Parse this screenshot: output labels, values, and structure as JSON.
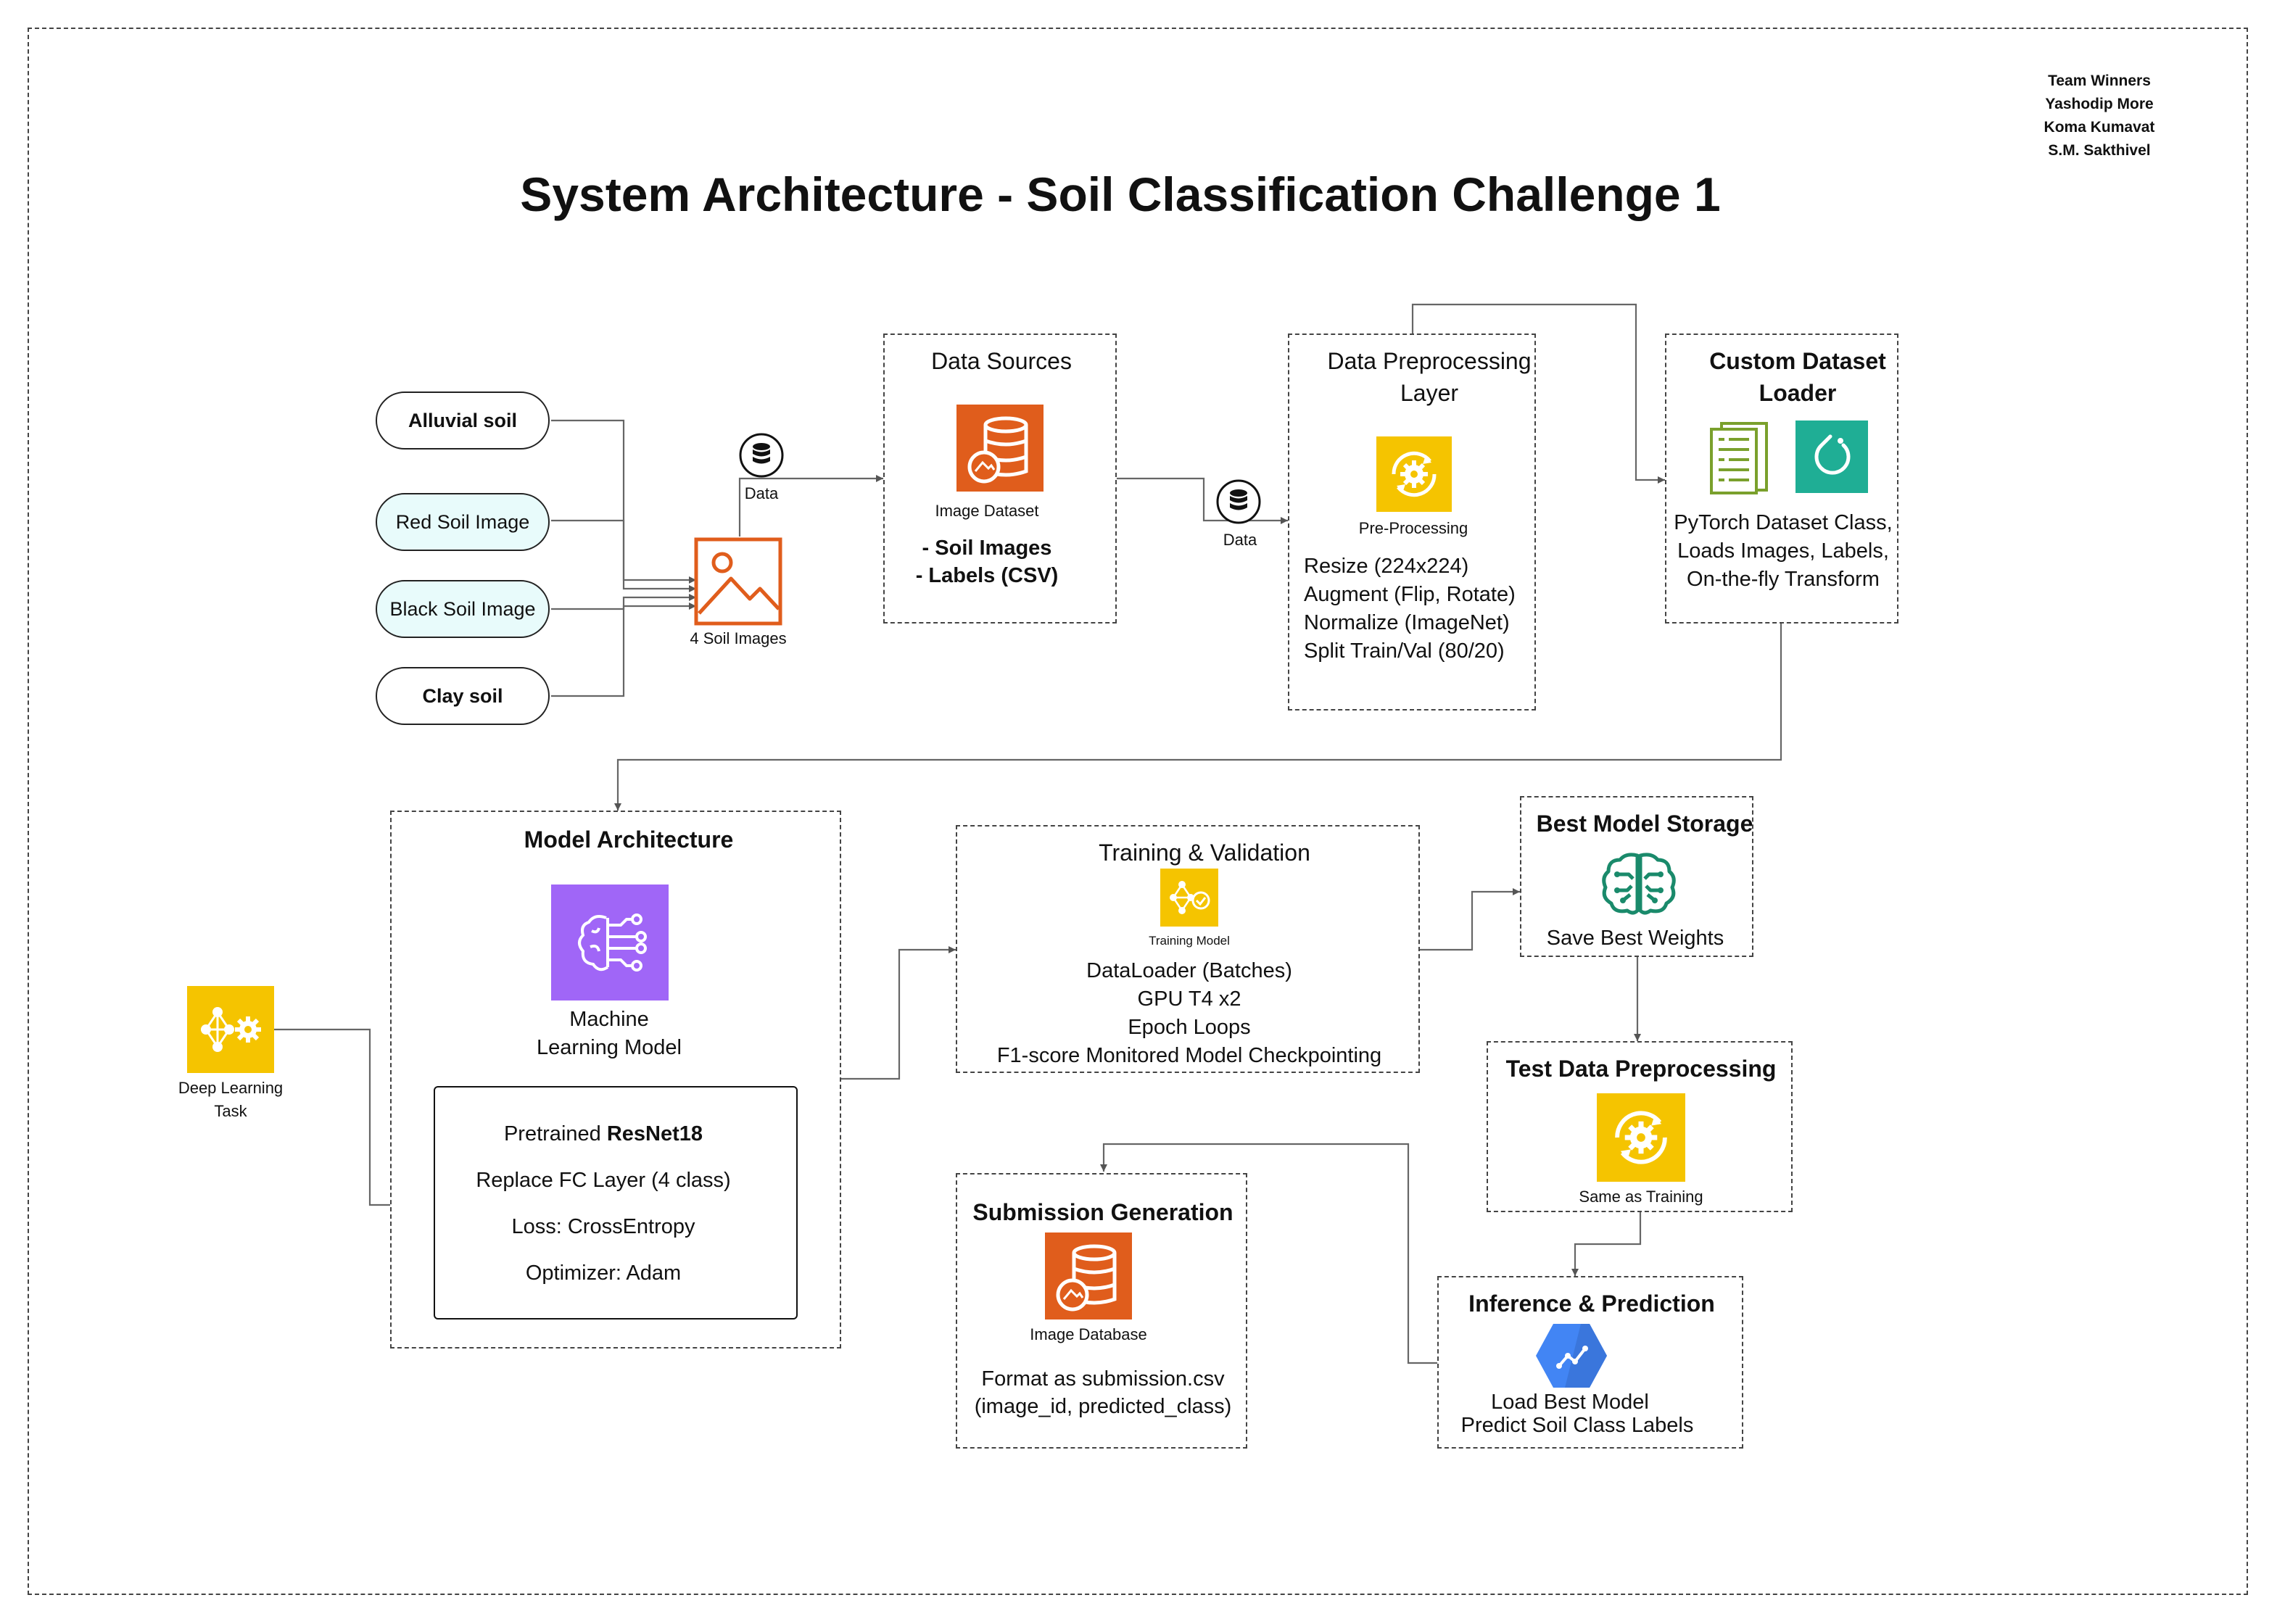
{
  "title": "System Architecture - Soil Classification Challenge 1",
  "team": [
    "Team Winners",
    "Yashodip More",
    "Koma Kumavat",
    "S.M. Sakthivel"
  ],
  "inputs": {
    "soils": [
      "Alluvial soil",
      "Red Soil Image",
      "Black Soil Image",
      "Clay soil"
    ],
    "images_label": "4 Soil Images",
    "data_label": "Data"
  },
  "data_sources": {
    "title": "Data Sources",
    "icon_label": "Image Dataset",
    "items": [
      "- Soil Images",
      "- Labels (CSV)"
    ]
  },
  "preprocessing": {
    "title_line1": "Data Preprocessing",
    "title_line2": "Layer",
    "icon_label": "Pre-Processing",
    "items": [
      "Resize (224x224)",
      "Augment (Flip, Rotate)",
      "Normalize (ImageNet)",
      "Split Train/Val (80/20)"
    ],
    "data_label": "Data"
  },
  "dataset_loader": {
    "title_line1": "Custom Dataset",
    "title_line2": "Loader",
    "lines": [
      "PyTorch Dataset Class,",
      "Loads Images, Labels,",
      "On-the-fly Transform"
    ]
  },
  "model_architecture": {
    "title": "Model Architecture",
    "icon_label_line1": "Machine",
    "icon_label_line2": "Learning Model",
    "pretrained_prefix": "Pretrained",
    "pretrained_model": "ResNet18",
    "items": [
      "Replace FC Layer (4 class)",
      "Loss: CrossEntropy",
      "Optimizer: Adam"
    ]
  },
  "deep_learning": {
    "label_line1": "Deep Learning",
    "label_line2": "Task"
  },
  "training": {
    "title": "Training & Validation",
    "icon_label": "Training Model",
    "items": [
      "DataLoader (Batches)",
      "GPU T4 x2",
      "Epoch Loops",
      "F1-score Monitored Model Checkpointing"
    ]
  },
  "best_model": {
    "title": "Best Model Storage",
    "label": "Save Best Weights"
  },
  "test_preprocessing": {
    "title": "Test Data Preprocessing",
    "icon_label": "Same as Training"
  },
  "inference": {
    "title": "Inference & Prediction",
    "lines": [
      "Load Best Model",
      "Predict Soil Class Labels"
    ]
  },
  "submission": {
    "title": "Submission Generation",
    "icon_label": "Image Database",
    "lines": [
      "Format as submission.csv",
      "(image_id, predicted_class)"
    ]
  },
  "colors": {
    "orange": "#e05d1c",
    "yellow": "#f5c400",
    "purple": "#a066f7",
    "teal": "#1fae95",
    "green_doc": "#7aa02c",
    "brain_green": "#1a8a6b",
    "blue": "#4285f4",
    "pill_light": "#e8fbfb"
  },
  "icons": {
    "data_source": "database-image-icon",
    "preprocessing": "gear-cycle-icon",
    "documents": "documents-icon",
    "pytorch": "pytorch-icon",
    "ml_model": "neural-brain-icon",
    "deep_learning": "network-gear-icon",
    "training": "training-check-icon",
    "best_model": "circuit-brain-icon",
    "inference": "hexagon-analytics-icon",
    "submission": "database-image-icon",
    "images": "image-icon",
    "data": "database-icon"
  }
}
